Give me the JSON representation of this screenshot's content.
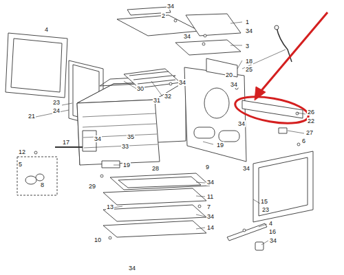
{
  "diagram": {
    "labels": [
      "4",
      "34",
      "2",
      "1",
      "34",
      "34",
      "3",
      "18",
      "25",
      "20",
      "34",
      "34",
      "30",
      "32",
      "31",
      "23",
      "24",
      "21",
      "26",
      "22",
      "34",
      "27",
      "6",
      "34",
      "35",
      "33",
      "19",
      "17",
      "12",
      "34",
      "5",
      "28",
      "19",
      "9",
      "8",
      "29",
      "34",
      "11",
      "13",
      "7",
      "34",
      "14",
      "15",
      "23",
      "4",
      "16",
      "34",
      "10",
      "34"
    ]
  }
}
